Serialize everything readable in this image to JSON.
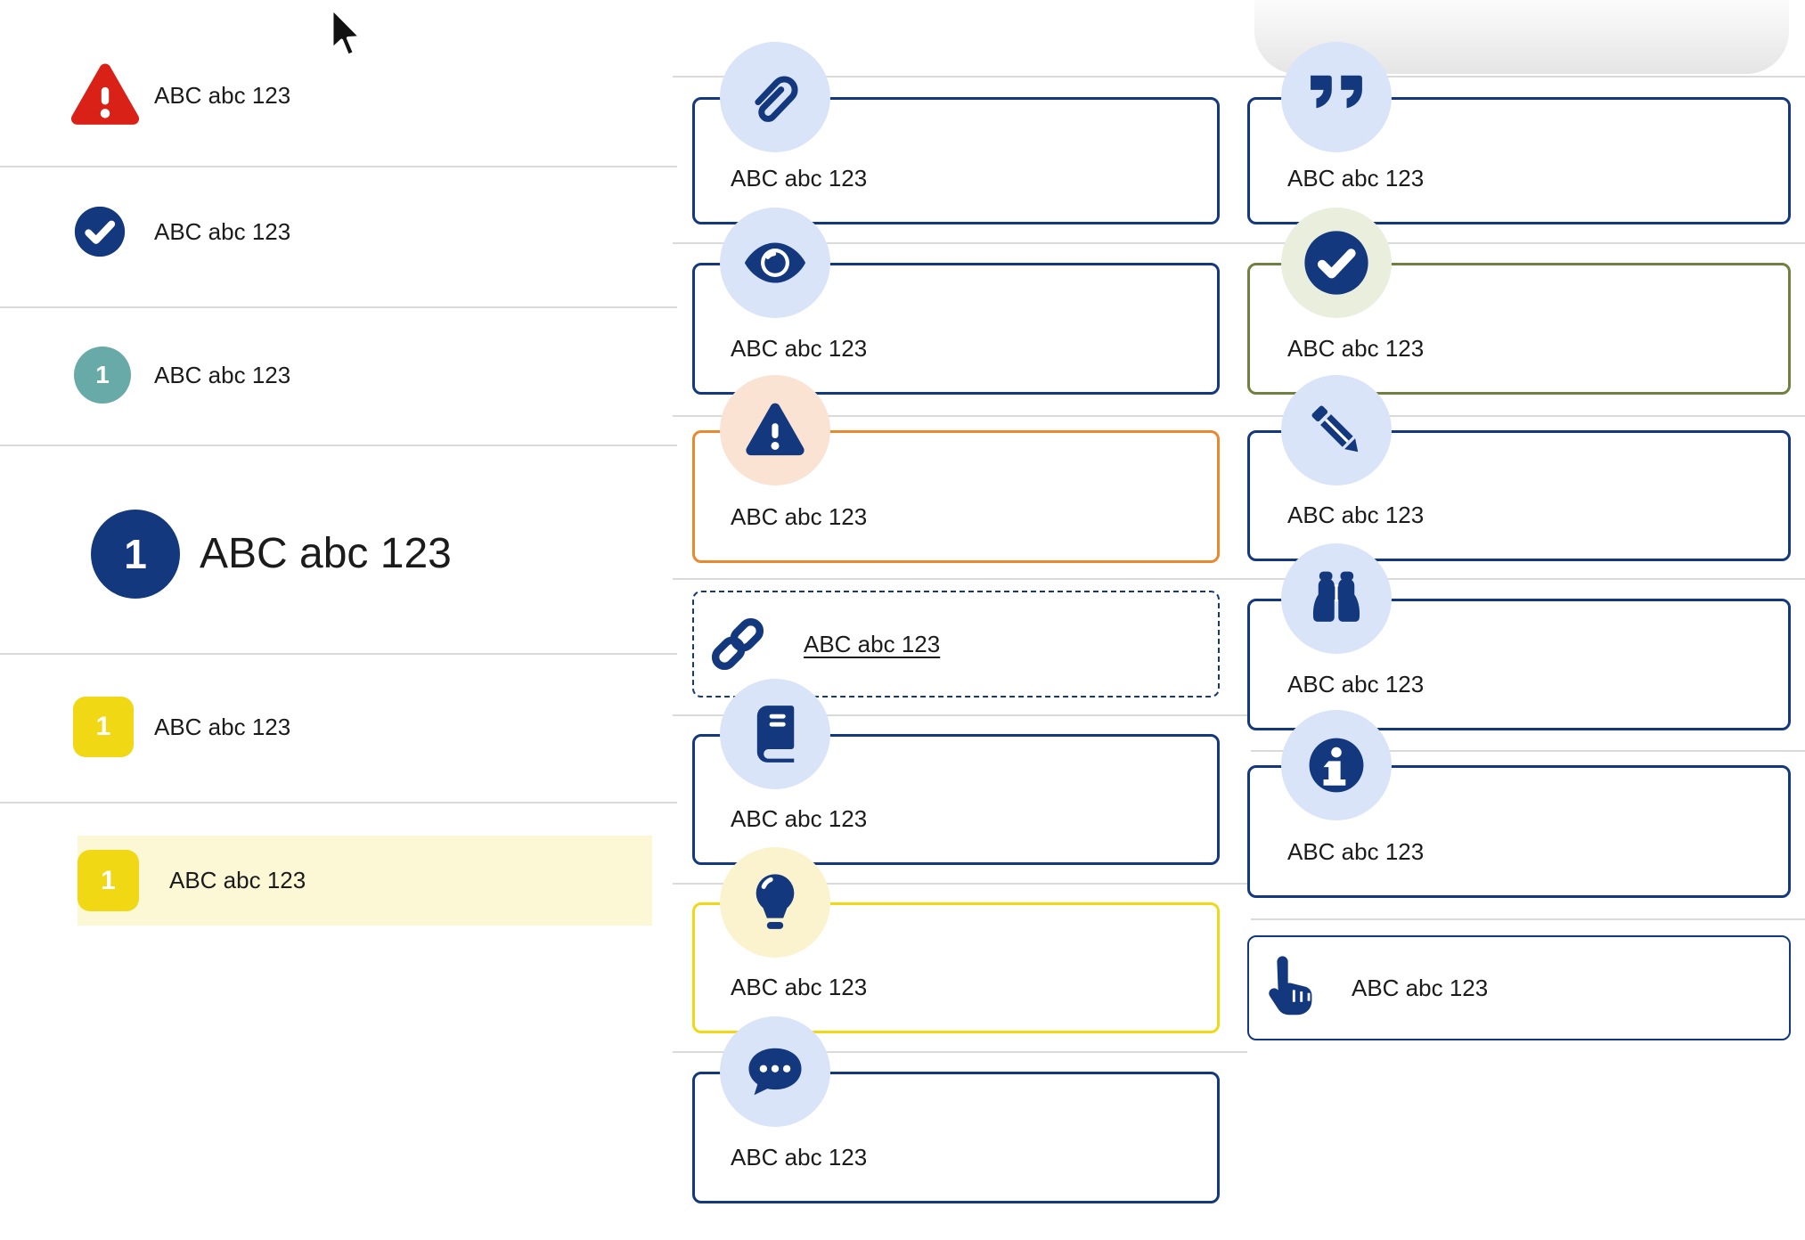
{
  "colors": {
    "navy": "#14387e",
    "red": "#d92118",
    "teal": "#67aaa7",
    "yellow": "#f1d814",
    "orange": "#e8882f",
    "olive": "#6f8040",
    "light_blue": "#d9e4f8",
    "pale_orange": "#fae3d2",
    "pale_bulb": "#faf3cd",
    "pale_green": "#e9eedd",
    "highlight_yellow": "#fcf7d5",
    "text": "#1b1b1b",
    "divider": "#dadada"
  },
  "left_list": {
    "items": [
      {
        "icon": "warning-triangle-icon",
        "label": "ABC abc 123"
      },
      {
        "icon": "check-circle-icon",
        "label": "ABC abc 123"
      },
      {
        "icon": "number-badge-icon",
        "badge": "1",
        "badge_color": "teal",
        "label": "ABC abc 123"
      },
      {
        "icon": "number-badge-icon",
        "badge": "1",
        "badge_color": "navy",
        "size": "large",
        "label": "ABC abc 123"
      },
      {
        "icon": "number-badge-icon",
        "badge": "1",
        "badge_color": "yellow",
        "label": "ABC abc 123"
      },
      {
        "icon": "number-badge-icon",
        "badge": "1",
        "badge_color": "yellow",
        "highlighted": true,
        "label": "ABC abc 123"
      }
    ]
  },
  "middle_callouts": [
    {
      "icon": "paperclip-icon",
      "text": "ABC abc 123",
      "border": "navy"
    },
    {
      "icon": "eye-icon",
      "text": "ABC abc 123",
      "border": "navy"
    },
    {
      "icon": "warning-triangle-icon",
      "text": "ABC abc 123",
      "border": "orange"
    },
    {
      "icon": "link-icon",
      "text": "ABC abc 123",
      "border": "navy-dashed",
      "is_link": true
    },
    {
      "icon": "book-icon",
      "text": "ABC abc 123",
      "border": "navy"
    },
    {
      "icon": "lightbulb-icon",
      "text": "ABC abc 123",
      "border": "yellow"
    },
    {
      "icon": "chat-dots-icon",
      "text": "ABC abc 123",
      "border": "navy"
    }
  ],
  "right_callouts": [
    {
      "icon": "quote-icon",
      "text": "ABC abc 123",
      "border": "navy"
    },
    {
      "icon": "check-circle-icon",
      "text": "ABC abc 123",
      "border": "olive"
    },
    {
      "icon": "pencil-icon",
      "text": "ABC abc 123",
      "border": "navy"
    },
    {
      "icon": "binoculars-icon",
      "text": "ABC abc 123",
      "border": "navy"
    },
    {
      "icon": "info-icon",
      "text": "ABC abc 123",
      "border": "navy"
    },
    {
      "icon": "pointing-hand-icon",
      "text": "ABC abc 123",
      "border": "navy",
      "icon_inline": true
    }
  ]
}
